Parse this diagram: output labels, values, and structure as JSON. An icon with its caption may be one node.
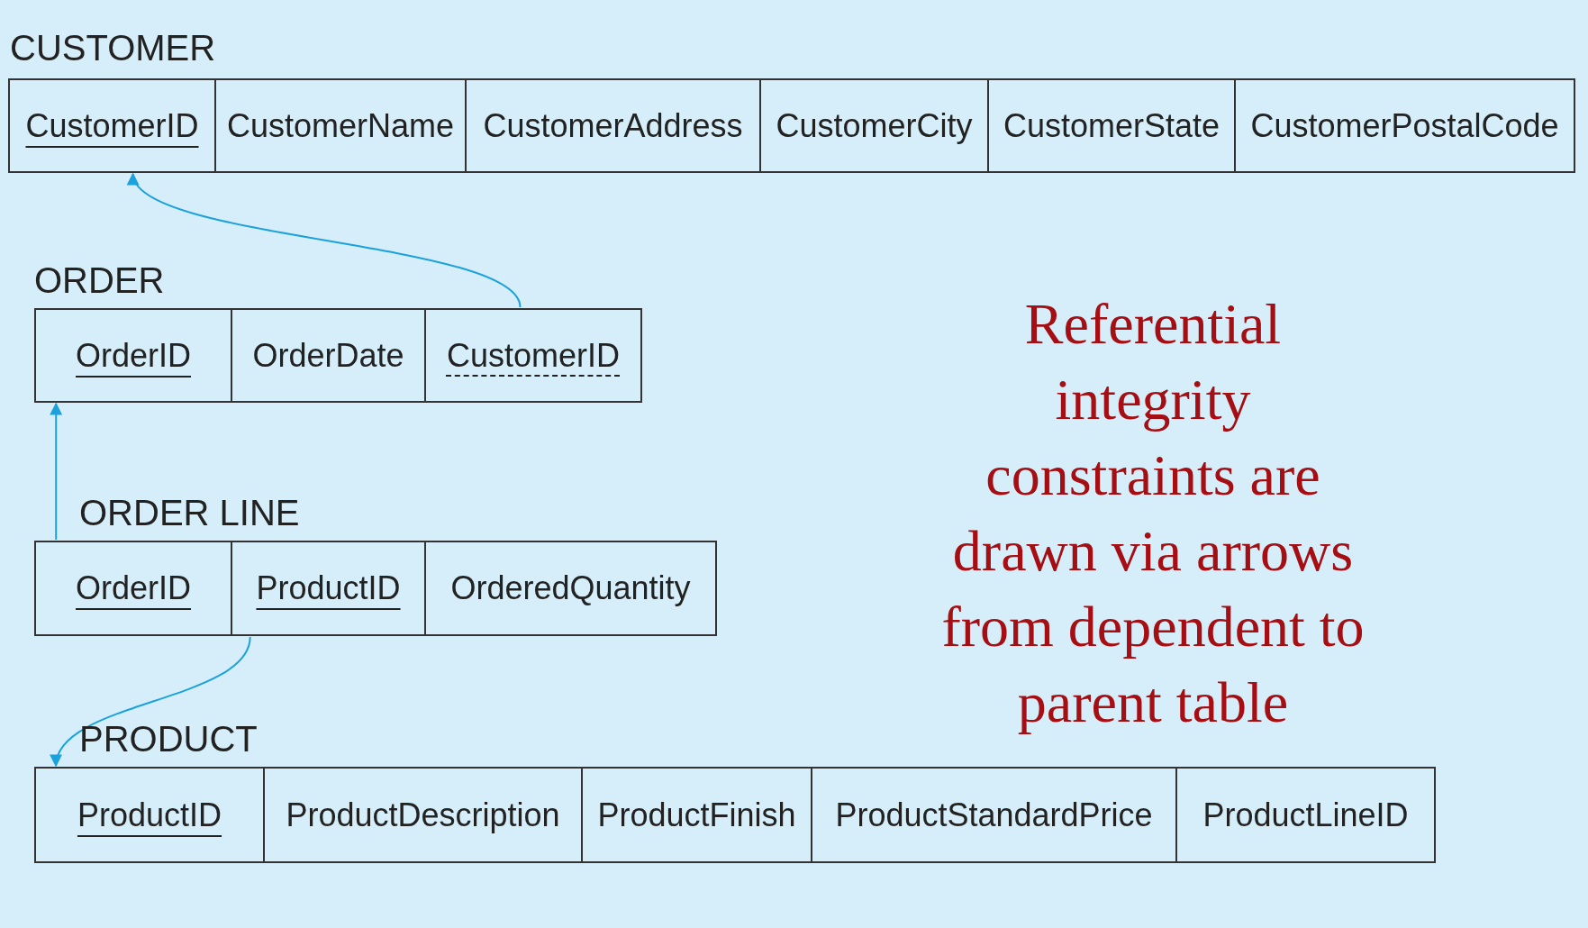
{
  "diagram": {
    "nodes": [
      {
        "text": [
          "CUSTOMER"
        ]
      },
      {
        "text": [
          "CustomerID"
        ],
        "in": 0
      },
      {
        "text": [
          "CustomerName"
        ],
        "in": 0
      },
      {
        "text": [
          "CustomerAddress"
        ],
        "in": 0
      },
      {
        "text": [
          "CustomerCity"
        ],
        "in": 0
      },
      {
        "text": [
          "CustomerState"
        ],
        "in": 0
      },
      {
        "text": [
          "CustomerPostalCode"
        ],
        "in": 0
      },
      {
        "text": [
          "ORDER"
        ]
      },
      {
        "text": [
          "OrderID"
        ],
        "in": 7
      },
      {
        "text": [
          "OrderDate"
        ],
        "in": 7
      },
      {
        "text": [
          "CustomerID"
        ],
        "in": 7
      },
      {
        "text": [
          "ORDER LINE"
        ]
      },
      {
        "text": [
          "OrderID"
        ],
        "in": 11
      },
      {
        "text": [
          "ProductID"
        ],
        "in": 11
      },
      {
        "text": [
          "OrderedQuantity"
        ],
        "in": 11
      },
      {
        "text": [
          "PRODUCT"
        ]
      },
      {
        "text": [
          "ProductID"
        ],
        "in": 15
      },
      {
        "text": [
          "ProductDescription"
        ],
        "in": 15
      },
      {
        "text": [
          "ProductFinish"
        ],
        "in": 15
      },
      {
        "text": [
          "ProductStandardPrice"
        ],
        "in": 15
      },
      {
        "text": [
          "ProductLineID"
        ],
        "in": 15
      }
    ],
    "edges": [
      {
        "from": 10,
        "to": 1,
        "arrow": "to"
      },
      {
        "from": 12,
        "to": 8,
        "arrow": "to"
      },
      {
        "from": 13,
        "to": 16,
        "arrow": "to"
      }
    ],
    "labels": [
      "Referential integrity constraints are drawn via arrows from dependent to parent table"
    ]
  }
}
